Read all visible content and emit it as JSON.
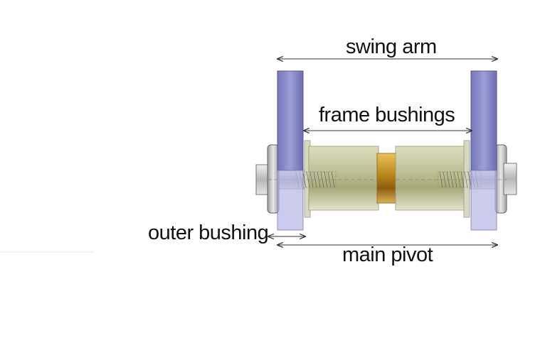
{
  "labels": {
    "swing_arm": "swing arm",
    "frame_bushings": "frame bushings",
    "outer_bushing": "outer bushing",
    "main_pivot": "main pivot"
  },
  "colors": {
    "swing_arm": "#8a8cc8",
    "bushing": "#c9c9a0",
    "center_sleeve": "#c89a2a",
    "bolt": "#c8c8c8",
    "dimension_line": "#333333"
  }
}
